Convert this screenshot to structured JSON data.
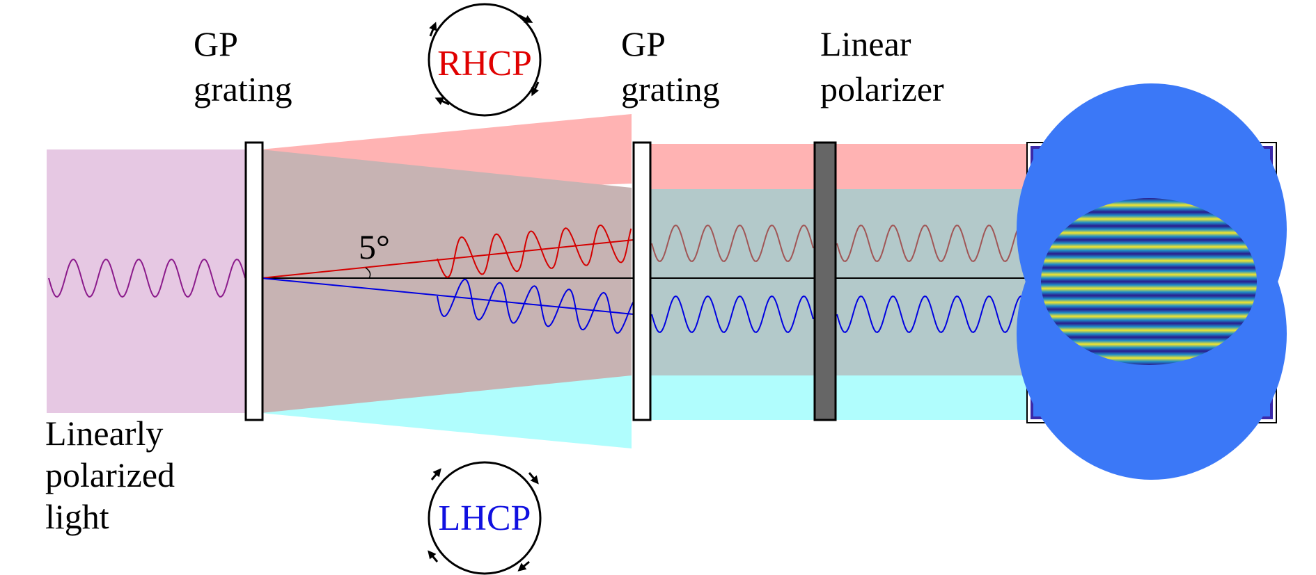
{
  "labels": {
    "gp_grating_1": [
      "GP",
      "grating"
    ],
    "gp_grating_2": [
      "GP",
      "grating"
    ],
    "linear_polarizer": [
      "Linear",
      "polarizer"
    ],
    "input_light": [
      "Linearly",
      "polarized",
      "light"
    ],
    "angle": "5°",
    "rhcp": "RHCP",
    "lhcp": "LHCP"
  },
  "colors": {
    "input_beam": "#e6c8e3",
    "upper_beam": "#ffb3b3",
    "lower_beam": "#b0fdfd",
    "overlap_beam": "#c7b3b3",
    "combined_beam": "#b3c9ca",
    "input_wave": "#8b1a8b",
    "rhcp_wave": "#d40000",
    "lhcp_wave": "#0000e0",
    "filtered_upper_wave": "#a05555",
    "polarizer": "#666666",
    "rhcp_text": "#e00000",
    "lhcp_text": "#1010e0",
    "fringe_background": "#3b78f7",
    "fringe_border": "#3a28a8"
  },
  "icons": {
    "rhcp": "circular-arrow-clockwise-icon",
    "lhcp": "circular-arrow-counterclockwise-icon"
  }
}
